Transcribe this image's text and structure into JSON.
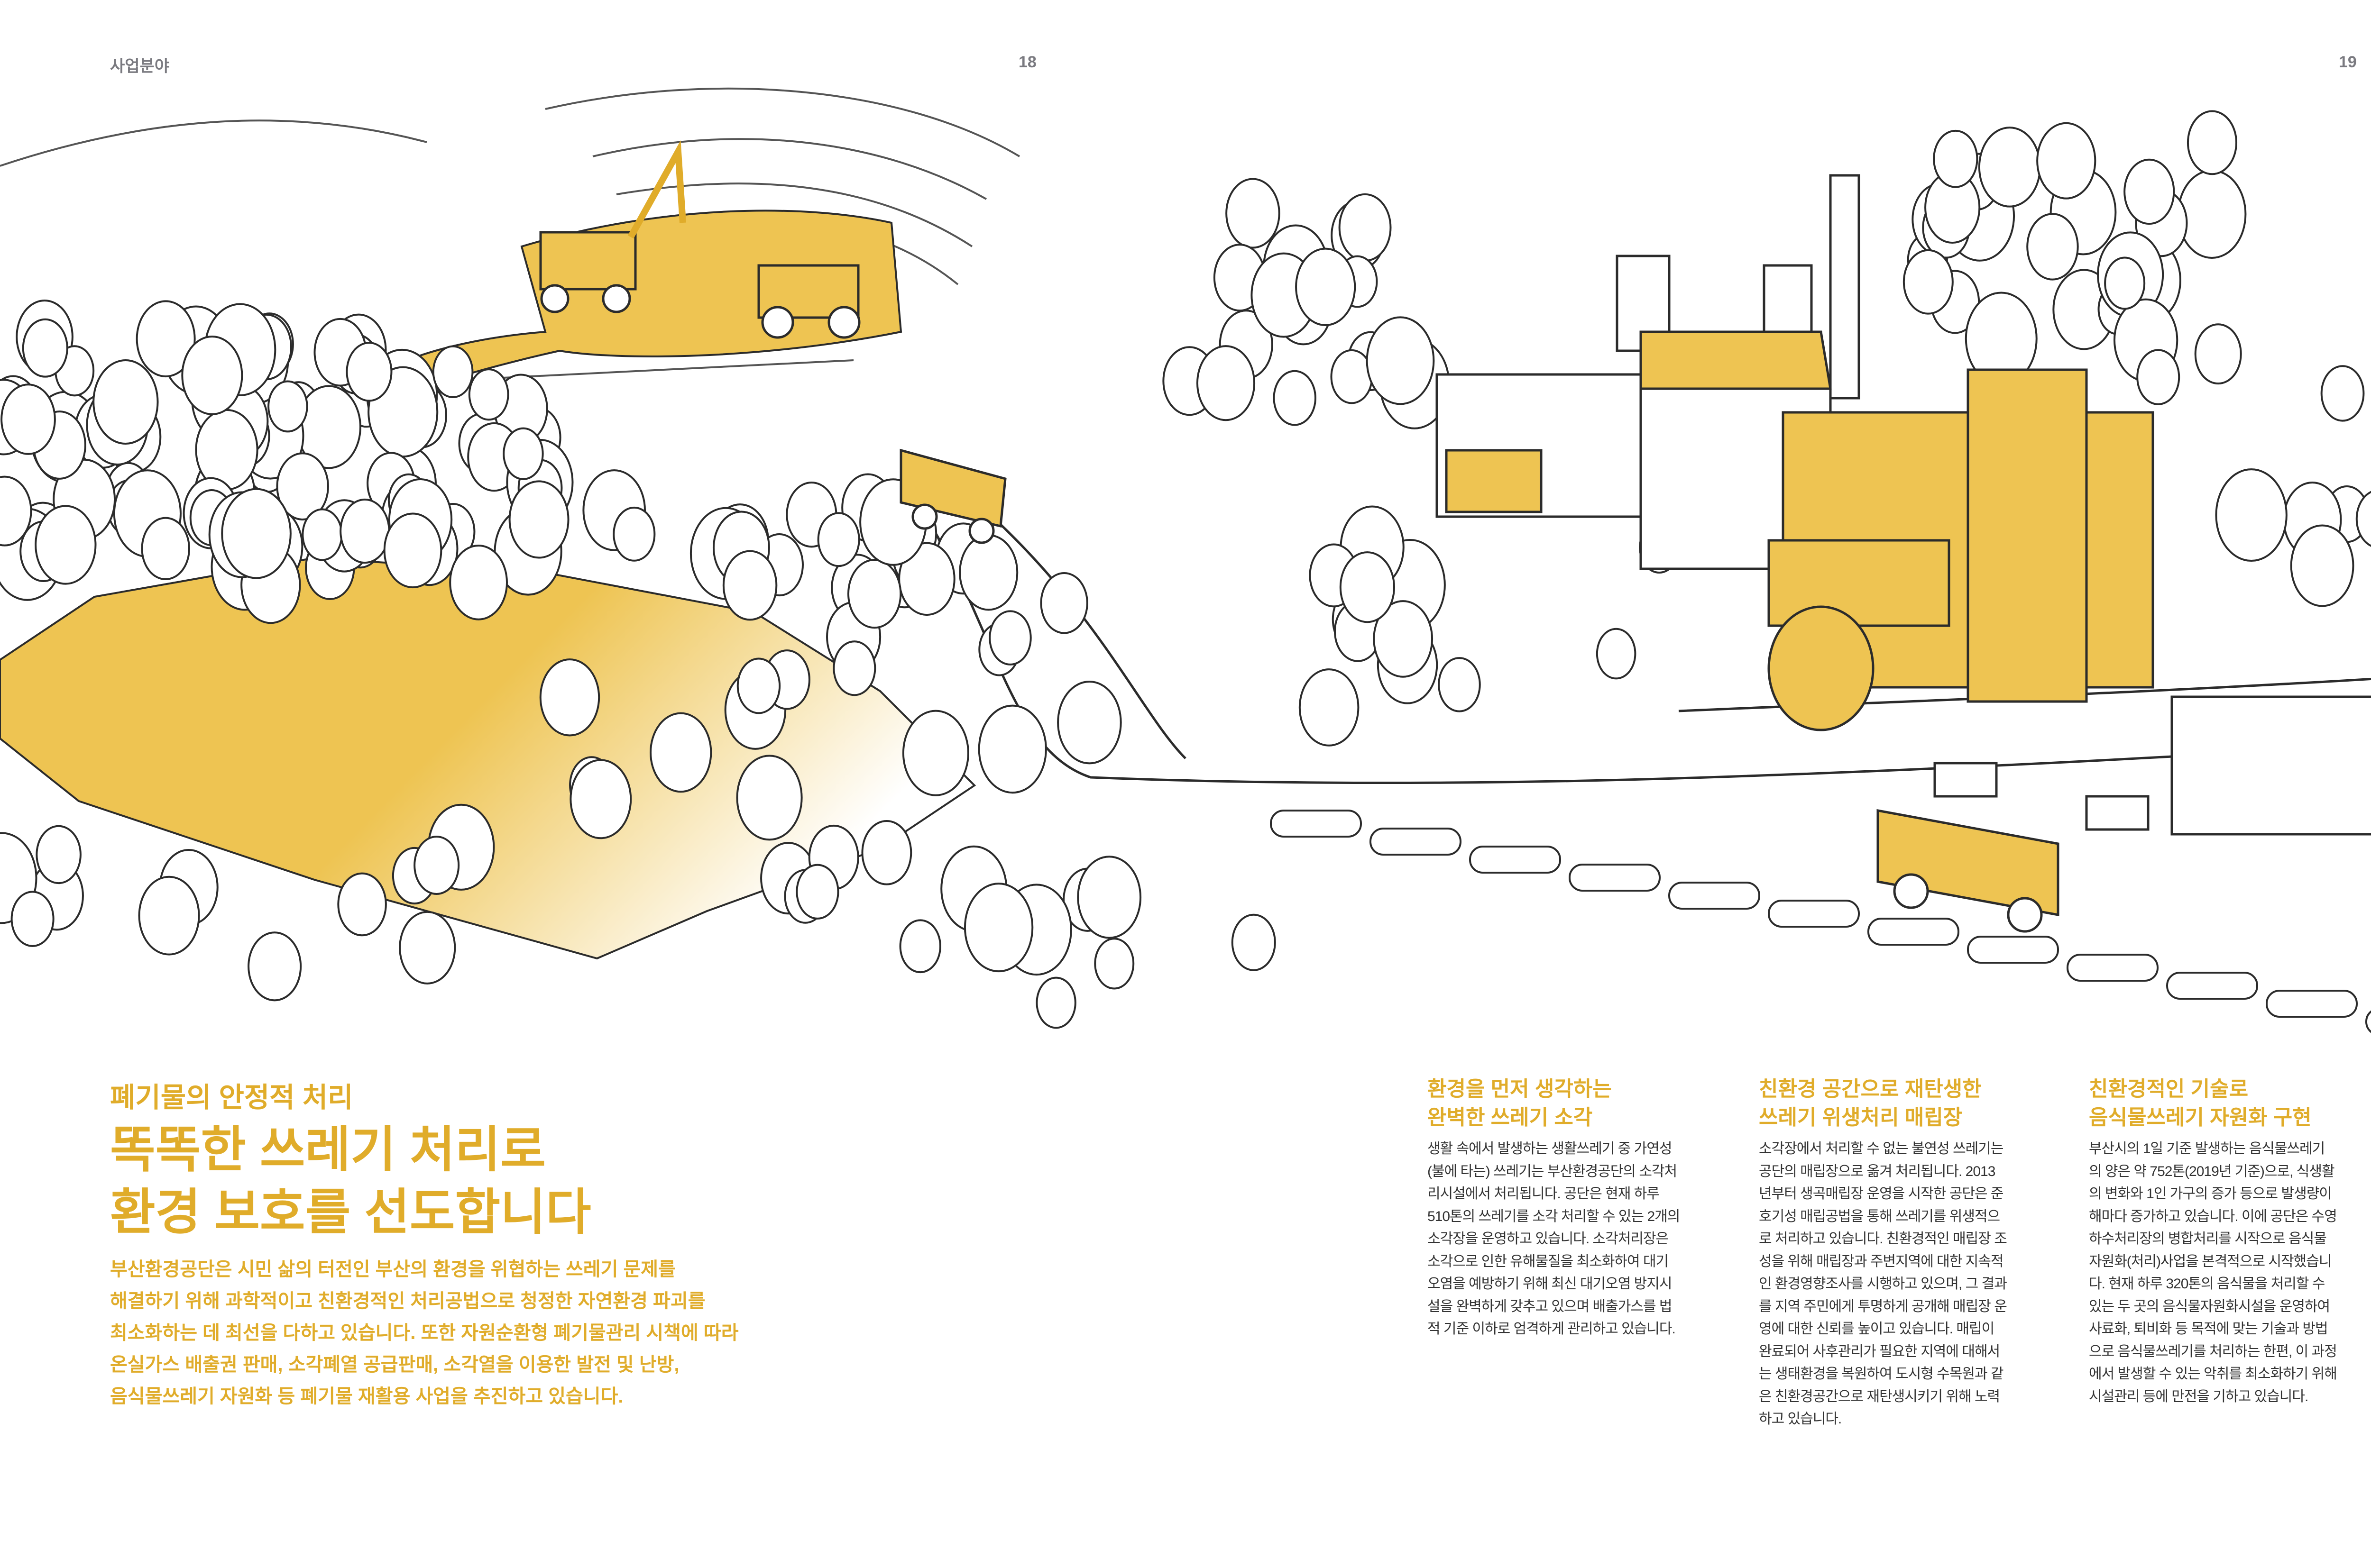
{
  "header": {
    "section": "사업분야",
    "page_left": "18",
    "page_right": "19"
  },
  "colors": {
    "accent": "#E0AC2A",
    "fill": "#EEC452",
    "ink": "#2b2b2b",
    "body_text": "#333333",
    "header_text": "#7a7a80"
  },
  "intro": {
    "subtitle": "폐기물의 안정적 처리",
    "title_lines": [
      "똑똑한 쓰레기 처리로",
      "환경 보호를 선도합니다"
    ],
    "body_lines": [
      "부산환경공단은 시민 삶의 터전인 부산의 환경을 위협하는 쓰레기 문제를",
      "해결하기 위해 과학적이고 친환경적인 처리공법으로 청정한 자연환경 파괴를",
      "최소화하는 데 최선을 다하고 있습니다. 또한 자원순환형 폐기물관리 시책에 따라",
      "온실가스 배출권 판매, 소각폐열 공급판매, 소각열을 이용한 발전 및 난방,",
      "음식물쓰레기 자원화 등 폐기물 재활용 사업을 추진하고 있습니다."
    ]
  },
  "columns": [
    {
      "heading_lines": [
        "환경을 먼저 생각하는",
        "완벽한 쓰레기 소각"
      ],
      "body_lines": [
        "생활 속에서 발생하는 생활쓰레기 중 가연성",
        "(불에 타는) 쓰레기는 부산환경공단의 소각처",
        "리시설에서 처리됩니다. 공단은 현재 하루",
        "510톤의 쓰레기를 소각 처리할 수 있는 2개의",
        "소각장을 운영하고 있습니다. 소각처리장은",
        "소각으로 인한 유해물질을 최소화하여 대기",
        "오염을 예방하기 위해 최신 대기오염 방지시",
        "설을 완벽하게 갖추고 있으며 배출가스를 법",
        "적 기준 이하로 엄격하게 관리하고 있습니다."
      ]
    },
    {
      "heading_lines": [
        "친환경 공간으로 재탄생한",
        "쓰레기 위생처리 매립장"
      ],
      "body_lines": [
        "소각장에서 처리할 수 없는 불연성 쓰레기는",
        "공단의 매립장으로 옮겨 처리됩니다. 2013",
        "년부터 생곡매립장 운영을 시작한 공단은 준",
        "호기성 매립공법을 통해 쓰레기를 위생적으",
        "로 처리하고 있습니다. 친환경적인 매립장 조",
        "성을 위해 매립장과 주변지역에 대한 지속적",
        "인 환경영향조사를 시행하고 있으며, 그 결과",
        "를 지역 주민에게 투명하게 공개해 매립장 운",
        "영에 대한 신뢰를 높이고 있습니다. 매립이",
        "완료되어 사후관리가 필요한 지역에 대해서",
        "는 생태환경을 복원하여 도시형 수목원과 같",
        "은 친환경공간으로 재탄생시키기 위해 노력",
        "하고 있습니다."
      ]
    },
    {
      "heading_lines": [
        "친환경적인 기술로",
        "음식물쓰레기 자원화 구현"
      ],
      "body_lines": [
        "부산시의 1일 기준 발생하는 음식물쓰레기",
        "의 양은 약 752톤(2019년 기준)으로, 식생활",
        "의 변화와 1인 가구의 증가 등으로 발생량이",
        "해마다 증가하고 있습니다. 이에 공단은 수영",
        "하수처리장의 병합처리를 시작으로 음식물",
        "자원화(처리)사업을 본격적으로 시작했습니",
        "다. 현재 하루 320톤의 음식물을 처리할 수",
        "있는 두 곳의 음식물자원화시설을 운영하여",
        "사료화, 퇴비화 등 목적에 맞는 기술과 방법",
        "으로 음식물쓰레기를 처리하는 한편, 이 과정",
        "에서 발생할 수 있는 악취를 최소화하기 위해",
        "시설관리 등에 만전을 기하고 있습니다."
      ]
    }
  ]
}
